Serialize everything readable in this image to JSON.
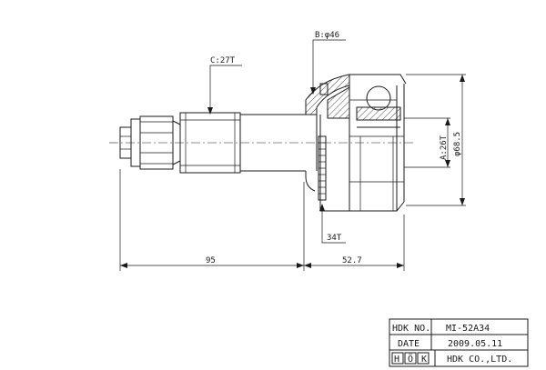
{
  "annotations": {
    "b_label": "B:φ46",
    "c_label": "C:27T",
    "a_label": "A:26T",
    "dia_label": "φ68.5",
    "teeth_label": "34T",
    "dim_left": "95",
    "dim_right": "52.7"
  },
  "title_block": {
    "hdk_no_label": "HDK NO.",
    "hdk_no_value": "MI-52A34",
    "date_label": "DATE",
    "date_value": "2009.05.11",
    "logo_text": "HÖK",
    "company": "HDK CO.,LTD."
  }
}
